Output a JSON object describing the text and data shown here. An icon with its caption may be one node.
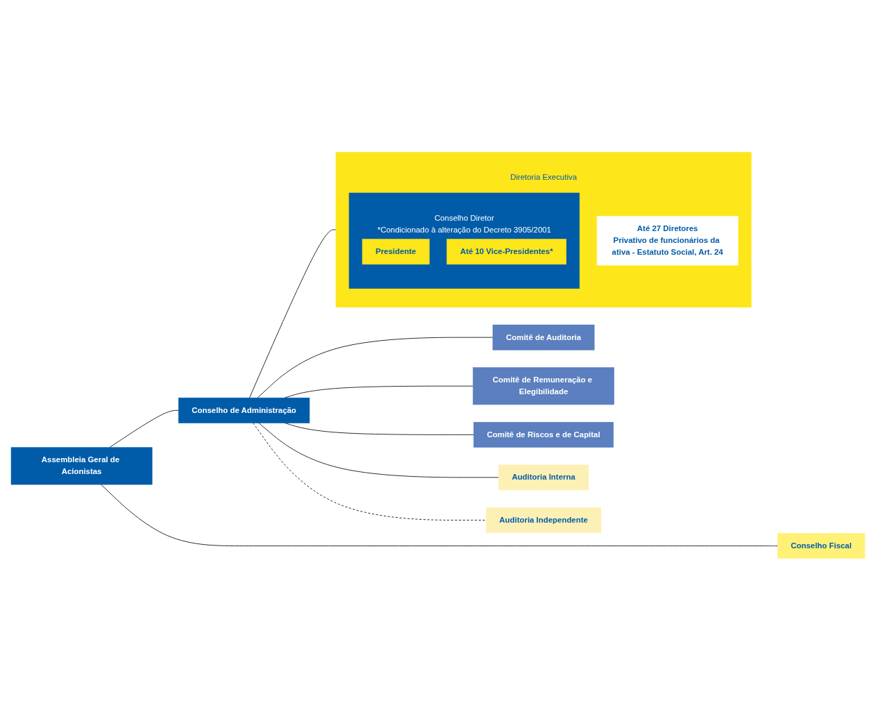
{
  "diagram": {
    "nodes": [
      {
        "text": [
          "Assembleia Geral de Acionistas"
        ]
      },
      {
        "text": [
          "Comitê de Auditoria"
        ]
      },
      {
        "text": [
          "Comitê de Remuneração e Elegibilidade"
        ]
      },
      {
        "text": [
          "Comitê de Riscos e de Capital"
        ]
      },
      {
        "text": [
          "Conselho Fiscal"
        ]
      },
      {
        "text": [
          "Conselho de Administração"
        ]
      },
      {
        "text": [
          "Auditoria Interna"
        ]
      },
      {
        "text": [
          "Auditoria Independente"
        ]
      },
      {
        "text": [
          "Diretoria Executiva"
        ]
      },
      {
        "text": [
          "Conselho Diretor",
          "*Condicionado à alteração do Decreto 3905/2001"
        ],
        "in": 8
      },
      {
        "text": [
          "Presidente"
        ],
        "in": 9
      },
      {
        "text": [
          "Até 10 Vice-Presidentes*"
        ],
        "in": 9
      },
      {
        "text": [
          "Até 27 Diretores",
          "Privativo de funcionários da ativa - Estatuto Social, Art. 24"
        ],
        "in": 8
      }
    ],
    "edges": [
      {
        "from": 0,
        "to": 5,
        "arrow": "none"
      },
      {
        "from": 0,
        "to": 4,
        "arrow": "none"
      },
      {
        "from": 5,
        "to": 1,
        "arrow": "none"
      },
      {
        "from": 5,
        "to": 2,
        "arrow": "none"
      },
      {
        "from": 5,
        "to": 3,
        "arrow": "none"
      },
      {
        "from": 5,
        "to": 6,
        "arrow": "none"
      },
      {
        "from": 5,
        "to": 7,
        "arrow": "none",
        "style": "dashed"
      },
      {
        "from": 5,
        "to": 8,
        "arrow": "none"
      }
    ]
  }
}
